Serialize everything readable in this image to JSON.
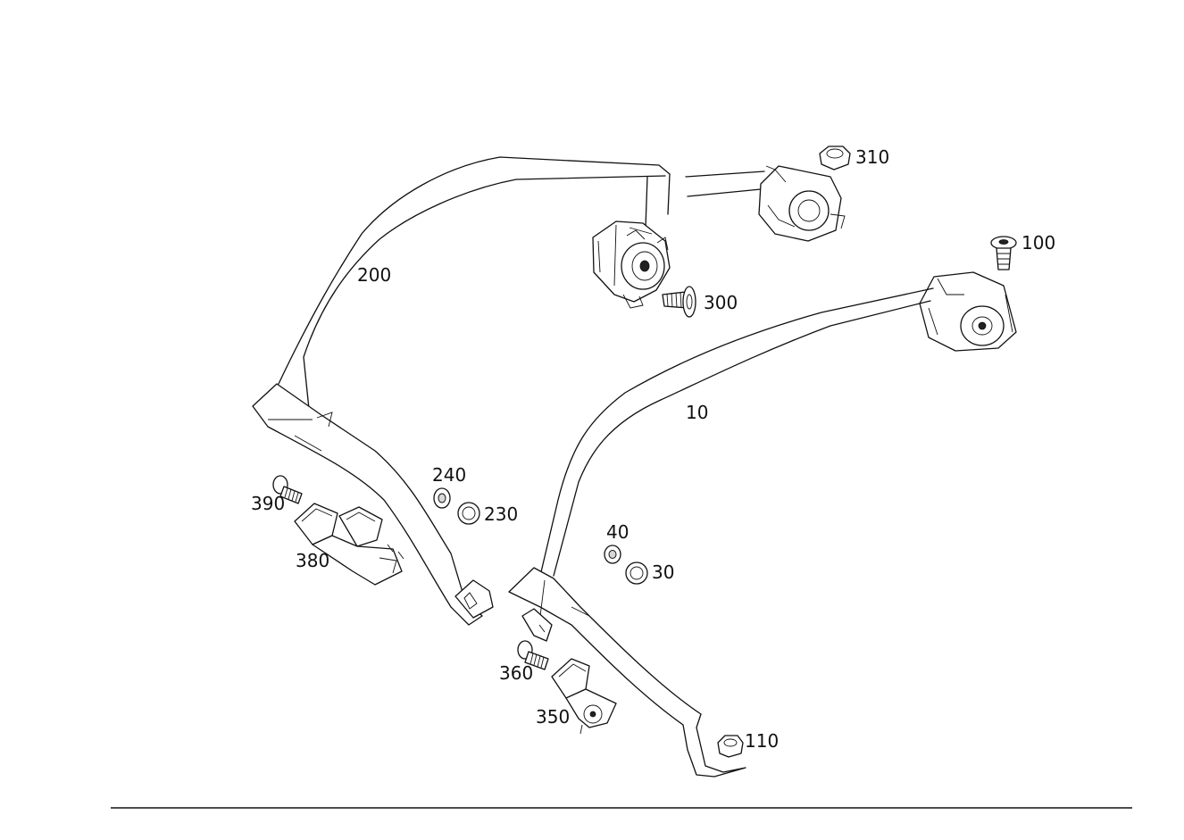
{
  "callouts": {
    "c310": "310",
    "c100": "100",
    "c200": "200",
    "c300": "300",
    "c10": "10",
    "c240": "240",
    "c230": "230",
    "c390": "390",
    "c380": "380",
    "c40": "40",
    "c30": "30",
    "c360": "360",
    "c350": "350",
    "c110": "110"
  },
  "colors": {
    "line": "#111111",
    "background": "#ffffff"
  }
}
